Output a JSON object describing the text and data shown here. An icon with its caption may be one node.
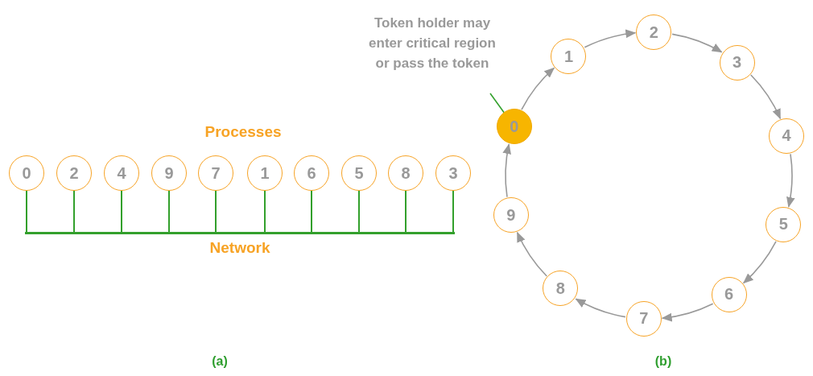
{
  "diagram": {
    "nodes": [
      {
        "text": [
          "0"
        ]
      },
      {
        "text": [
          "2"
        ]
      },
      {
        "text": [
          "4"
        ]
      },
      {
        "text": [
          "9"
        ]
      },
      {
        "text": [
          "7"
        ]
      },
      {
        "text": [
          "1"
        ]
      },
      {
        "text": [
          "6"
        ]
      },
      {
        "text": [
          "5"
        ]
      },
      {
        "text": [
          "8"
        ]
      },
      {
        "text": [
          "3"
        ]
      },
      {
        "text": [
          "Network"
        ]
      },
      {
        "text": [
          "Token holder may enter critical region or pass the token"
        ]
      },
      {
        "text": [
          "0"
        ]
      },
      {
        "text": [
          "1"
        ]
      },
      {
        "text": [
          "2"
        ]
      },
      {
        "text": [
          "3"
        ]
      },
      {
        "text": [
          "4"
        ]
      },
      {
        "text": [
          "5"
        ]
      },
      {
        "text": [
          "6"
        ]
      },
      {
        "text": [
          "7"
        ]
      },
      {
        "text": [
          "8"
        ]
      },
      {
        "text": [
          "9"
        ]
      }
    ],
    "edges": [
      {
        "from": 0,
        "to": 10,
        "arrow": "none"
      },
      {
        "from": 1,
        "to": 10,
        "arrow": "none"
      },
      {
        "from": 2,
        "to": 10,
        "arrow": "none"
      },
      {
        "from": 3,
        "to": 10,
        "arrow": "none"
      },
      {
        "from": 4,
        "to": 10,
        "arrow": "none"
      },
      {
        "from": 5,
        "to": 10,
        "arrow": "none"
      },
      {
        "from": 6,
        "to": 10,
        "arrow": "none"
      },
      {
        "from": 7,
        "to": 10,
        "arrow": "none"
      },
      {
        "from": 8,
        "to": 10,
        "arrow": "none"
      },
      {
        "from": 9,
        "to": 10,
        "arrow": "none"
      },
      {
        "from": 11,
        "to": 12,
        "arrow": "other"
      },
      {
        "from": 12,
        "to": 13,
        "arrow": "to",
        "color": "#999999"
      },
      {
        "from": 13,
        "to": 14,
        "arrow": "to",
        "color": "#999999"
      },
      {
        "from": 14,
        "to": 15,
        "arrow": "to",
        "color": "#999999"
      },
      {
        "from": 15,
        "to": 16,
        "arrow": "to",
        "color": "#999999"
      },
      {
        "from": 16,
        "to": 17,
        "arrow": "to",
        "color": "#999999"
      },
      {
        "from": 17,
        "to": 18,
        "arrow": "to",
        "color": "#999999"
      },
      {
        "from": 18,
        "to": 19,
        "arrow": "to",
        "color": "#999999"
      },
      {
        "from": 19,
        "to": 20,
        "arrow": "to",
        "color": "#999999"
      },
      {
        "from": 20,
        "to": 21,
        "arrow": "to",
        "color": "#999999"
      },
      {
        "from": 21,
        "to": 12,
        "arrow": "to",
        "color": "#999999"
      }
    ],
    "labels": [
      "Processes",
      "(a)",
      "(b)"
    ]
  }
}
